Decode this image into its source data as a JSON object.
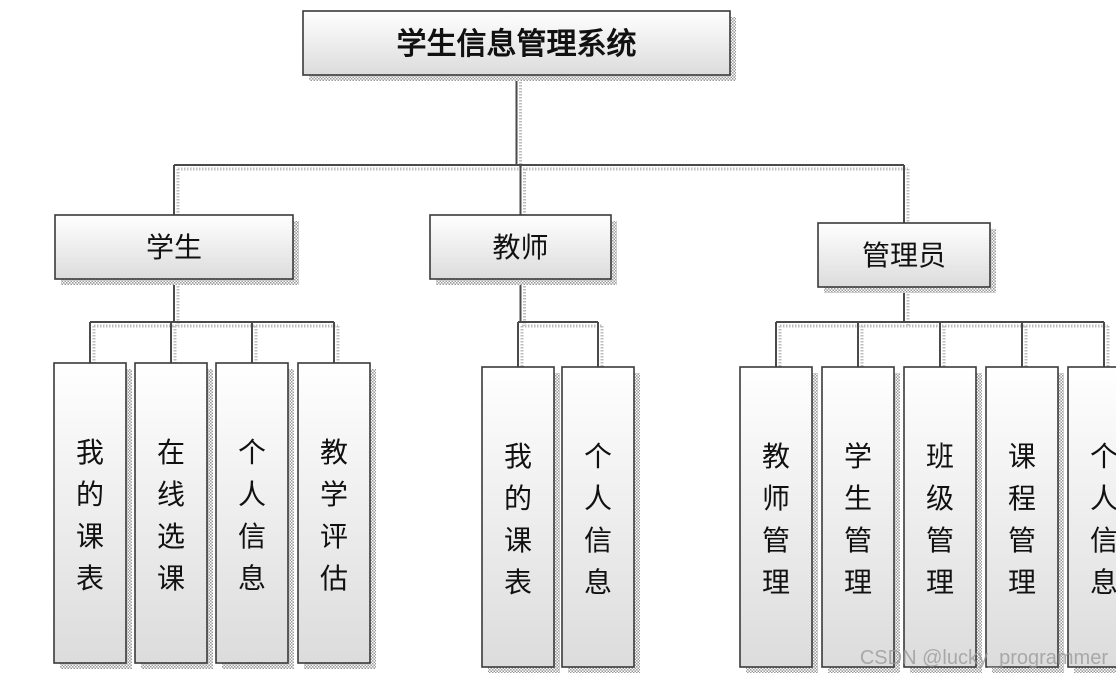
{
  "diagram": {
    "root": {
      "label": "学生信息管理系统"
    },
    "groups": [
      {
        "label": "学生",
        "children": [
          "我的课表",
          "在线选课",
          "个人信息",
          "教学评估"
        ]
      },
      {
        "label": "教师",
        "children": [
          "我的课表",
          "个人信息"
        ]
      },
      {
        "label": "管理员",
        "children": [
          "教师管理",
          "学生管理",
          "班级管理",
          "课程管理",
          "个人信息"
        ]
      }
    ]
  },
  "watermark": "CSDN @lucky_programmer"
}
